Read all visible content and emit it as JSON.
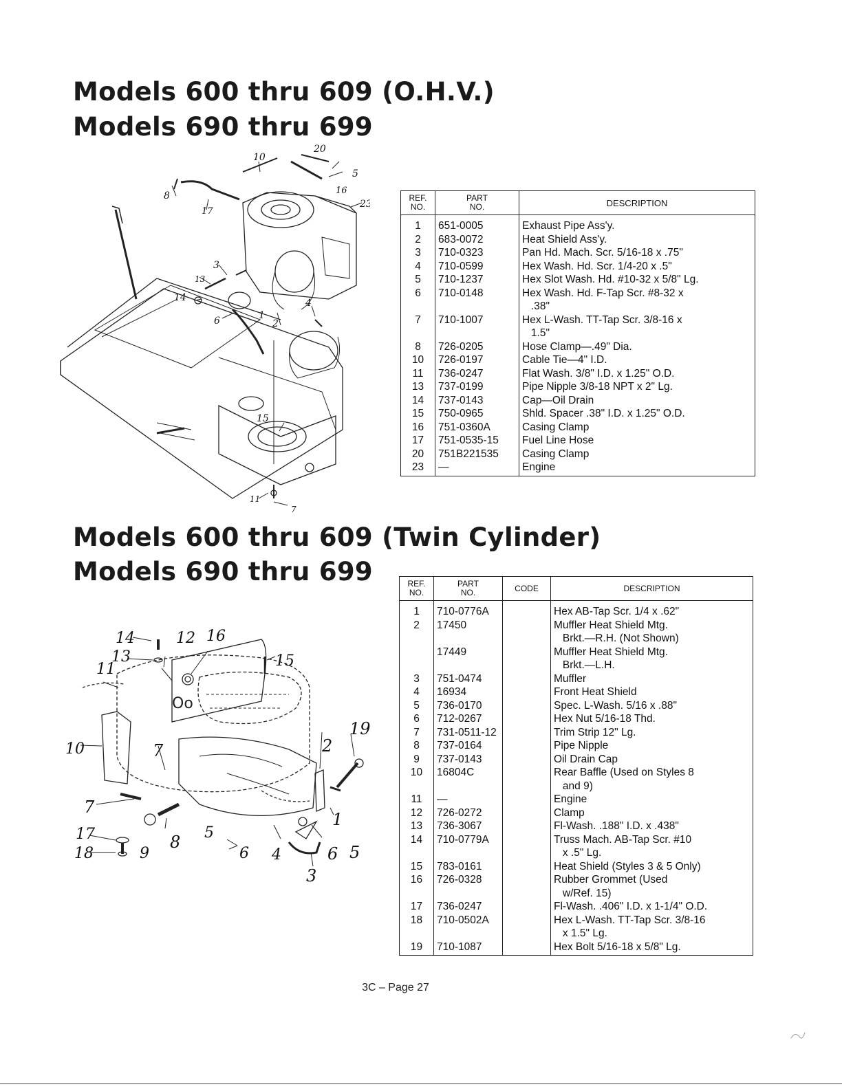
{
  "section1": {
    "title_line1": "Models 600 thru 609 (O.H.V.)",
    "title_line2": "Models 690 thru 699",
    "table": {
      "headers": {
        "ref": "REF.\nNO.",
        "part": "PART\nNO.",
        "desc": "DESCRIPTION"
      },
      "rows": [
        {
          "ref": "1",
          "part": "651-0005",
          "desc": "Exhaust Pipe Ass'y."
        },
        {
          "ref": "2",
          "part": "683-0072",
          "desc": "Heat Shield Ass'y."
        },
        {
          "ref": "3",
          "part": "710-0323",
          "desc": "Pan Hd. Mach. Scr. 5/16-18 x .75\""
        },
        {
          "ref": "4",
          "part": "710-0599",
          "desc": "Hex Wash. Hd. Scr. 1/4-20 x .5\""
        },
        {
          "ref": "5",
          "part": "710-1237",
          "desc": "Hex Slot Wash. Hd. #10-32 x 5/8\" Lg."
        },
        {
          "ref": "6",
          "part": "710-0148",
          "desc": "Hex Wash. Hd. F-Tap Scr. #8-32 x\n   .38\""
        },
        {
          "ref": "7",
          "part": "710-1007",
          "desc": "Hex L-Wash. TT-Tap Scr. 3/8-16 x\n   1.5\""
        },
        {
          "ref": "8",
          "part": "726-0205",
          "desc": "Hose Clamp—.49\" Dia."
        },
        {
          "ref": "10",
          "part": "726-0197",
          "desc": "Cable Tie—4\" I.D."
        },
        {
          "ref": "11",
          "part": "736-0247",
          "desc": "Flat Wash. 3/8\" I.D. x 1.25\" O.D."
        },
        {
          "ref": "13",
          "part": "737-0199",
          "desc": "Pipe Nipple 3/8-18 NPT x 2\" Lg."
        },
        {
          "ref": "14",
          "part": "737-0143",
          "desc": "Cap—Oil Drain"
        },
        {
          "ref": "15",
          "part": "750-0965",
          "desc": "Shld. Spacer .38\" I.D. x 1.25\" O.D."
        },
        {
          "ref": "16",
          "part": "751-0360A",
          "desc": "Casing Clamp"
        },
        {
          "ref": "17",
          "part": "751-0535-15",
          "desc": "Fuel Line Hose"
        },
        {
          "ref": "20",
          "part": "751B221535",
          "desc": "Casing Clamp"
        },
        {
          "ref": "23",
          "part": "—",
          "desc": "Engine"
        }
      ]
    },
    "callouts": [
      "10",
      "20",
      "5",
      "8",
      "16",
      "17",
      "23",
      "3",
      "13",
      "14",
      "4",
      "6",
      "2",
      "1",
      "15",
      "11",
      "7"
    ]
  },
  "section2": {
    "title_line1": "Models 600 thru 609 (Twin Cylinder)",
    "title_line2": "Models 690 thru 699",
    "table": {
      "headers": {
        "ref": "REF.\nNO.",
        "part": "PART\nNO.",
        "code": "CODE",
        "desc": "DESCRIPTION"
      },
      "rows": [
        {
          "ref": "1",
          "part": "710-0776A",
          "code": "",
          "desc": "Hex AB-Tap Scr. 1/4 x .62\""
        },
        {
          "ref": "2",
          "part": "17450",
          "code": "",
          "desc": "Muffler Heat Shield Mtg.\n   Brkt.—R.H. (Not Shown)"
        },
        {
          "ref": "",
          "part": "17449",
          "code": "",
          "desc": "Muffler Heat Shield Mtg.\n   Brkt.—L.H."
        },
        {
          "ref": "3",
          "part": "751-0474",
          "code": "",
          "desc": "Muffler"
        },
        {
          "ref": "4",
          "part": "16934",
          "code": "",
          "desc": "Front Heat Shield"
        },
        {
          "ref": "5",
          "part": "736-0170",
          "code": "",
          "desc": "Spec. L-Wash. 5/16 x .88\""
        },
        {
          "ref": "6",
          "part": "712-0267",
          "code": "",
          "desc": "Hex Nut 5/16-18 Thd."
        },
        {
          "ref": "7",
          "part": "731-0511-12",
          "code": "",
          "desc": "Trim Strip 12\" Lg."
        },
        {
          "ref": "8",
          "part": "737-0164",
          "code": "",
          "desc": "Pipe Nipple"
        },
        {
          "ref": "9",
          "part": "737-0143",
          "code": "",
          "desc": "Oil Drain Cap"
        },
        {
          "ref": "10",
          "part": "16804C",
          "code": "",
          "desc": "Rear Baffle (Used on Styles 8\n   and 9)"
        },
        {
          "ref": "11",
          "part": "—",
          "code": "",
          "desc": "Engine"
        },
        {
          "ref": "12",
          "part": "726-0272",
          "code": "",
          "desc": "Clamp"
        },
        {
          "ref": "13",
          "part": "736-3067",
          "code": "",
          "desc": "Fl-Wash. .188\" I.D. x .438\""
        },
        {
          "ref": "14",
          "part": "710-0779A",
          "code": "",
          "desc": "Truss Mach. AB-Tap Scr. #10\n   x .5\" Lg."
        },
        {
          "ref": "15",
          "part": "783-0161",
          "code": "",
          "desc": "Heat Shield (Styles 3 & 5 Only)"
        },
        {
          "ref": "16",
          "part": "726-0328",
          "code": "",
          "desc": "Rubber Grommet (Used\n   w/Ref. 15)"
        },
        {
          "ref": "17",
          "part": "736-0247",
          "code": "",
          "desc": "Fl-Wash. .406\" I.D. x 1-1/4\" O.D."
        },
        {
          "ref": "18",
          "part": "710-0502A",
          "code": "",
          "desc": "Hex L-Wash. TT-Tap Scr. 3/8-16\n   x 1.5\" Lg."
        },
        {
          "ref": "19",
          "part": "710-1087",
          "code": "",
          "desc": "Hex Bolt 5/16-18 x 5/8\" Lg."
        }
      ]
    },
    "callouts": [
      "14",
      "12",
      "16",
      "13",
      "15",
      "11",
      "10",
      "7",
      "19",
      "2",
      "7",
      "1",
      "17",
      "8",
      "5",
      "6",
      "4",
      "6",
      "5",
      "18",
      "9",
      "3"
    ]
  },
  "footer": {
    "page_label": "3C – Page 27"
  }
}
